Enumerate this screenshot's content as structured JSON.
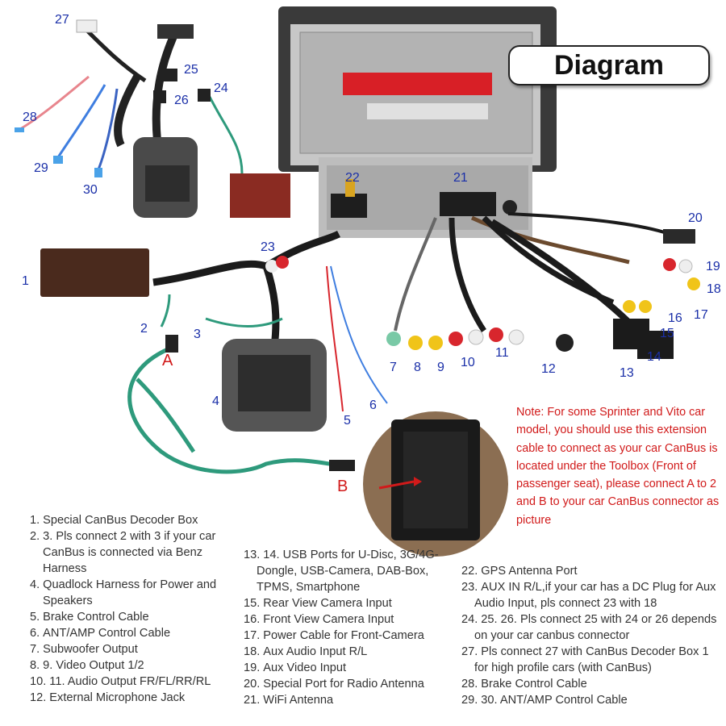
{
  "title": "Diagram",
  "note": "Note: For some Sprinter and Vito car model, you should use this extension cable to connect as your car CanBus is located under the Toolbox (Front of passenger seat), please connect A to 2 and B to your car CanBus connector as picture",
  "callouts": {
    "n1": "1",
    "n2": "2",
    "n3": "3",
    "n4": "4",
    "n5": "5",
    "n6": "6",
    "n7": "7",
    "n8": "8",
    "n9": "9",
    "n10": "10",
    "n11": "11",
    "n12": "12",
    "n13": "13",
    "n14": "14",
    "n15": "15",
    "n16": "16",
    "n17": "17",
    "n18": "18",
    "n19": "19",
    "n20": "20",
    "n21": "21",
    "n22": "22",
    "n23": "23",
    "n24": "24",
    "n25": "25",
    "n26": "26",
    "n27": "27",
    "n28": "28",
    "n29": "29",
    "n30": "30",
    "A": "A",
    "B": "B"
  },
  "legend": {
    "col1": [
      {
        "num": "1.",
        "text": "Special CanBus Decoder Box"
      },
      {
        "num": "2.",
        "text": "3. Pls connect 2 with 3 if your car CanBus is connected via Benz Harness"
      },
      {
        "num": "4.",
        "text": "Quadlock Harness for Power and Speakers"
      },
      {
        "num": "5.",
        "text": "Brake Control Cable"
      },
      {
        "num": "6.",
        "text": "ANT/AMP Control Cable"
      },
      {
        "num": "7.",
        "text": "Subwoofer Output"
      },
      {
        "num": "8.",
        "text": "9. Video Output 1/2"
      },
      {
        "num": "10.",
        "text": "11. Audio Output FR/FL/RR/RL"
      },
      {
        "num": "12.",
        "text": "External Microphone Jack"
      }
    ],
    "col2": [
      {
        "num": "13.",
        "text": "14. USB Ports for U-Disc, 3G/4G-Dongle, USB-Camera, DAB-Box, TPMS, Smartphone"
      },
      {
        "num": "15.",
        "text": "Rear View Camera Input"
      },
      {
        "num": "16.",
        "text": "Front View Camera Input"
      },
      {
        "num": "17.",
        "text": "Power Cable for Front-Camera"
      },
      {
        "num": "18.",
        "text": "Aux Audio Input R/L"
      },
      {
        "num": "19.",
        "text": "Aux Video Input"
      },
      {
        "num": "20.",
        "text": "Special Port for Radio Antenna"
      },
      {
        "num": "21.",
        "text": "WiFi Antenna"
      }
    ],
    "col3": [
      {
        "num": "22.",
        "text": "GPS Antenna Port"
      },
      {
        "num": "23.",
        "text": "AUX IN R/L,if your car has a DC Plug for Aux Audio Input, pls connect 23 with 18"
      },
      {
        "num": "24.",
        "text": "25. 26. Pls connect 25 with 24 or 26 depends on your car canbus connector"
      },
      {
        "num": "27.",
        "text": "Pls connect 27 with CanBus Decoder Box 1 for high profile cars (with CanBus)"
      },
      {
        "num": "28.",
        "text": "Brake Control Cable"
      },
      {
        "num": "29.",
        "text": "30. ANT/AMP Control Cable"
      }
    ]
  },
  "colors": {
    "callout": "#1a2fa8",
    "note": "#d11a1a",
    "legend_text": "#333333",
    "cable_black": "#1b1b1b",
    "cable_green": "#2e9a7c",
    "rca_red": "#d8262d",
    "rca_yellow": "#f0c419",
    "rca_white": "#eeeeee",
    "unit_metal": "#c9c9c9"
  }
}
